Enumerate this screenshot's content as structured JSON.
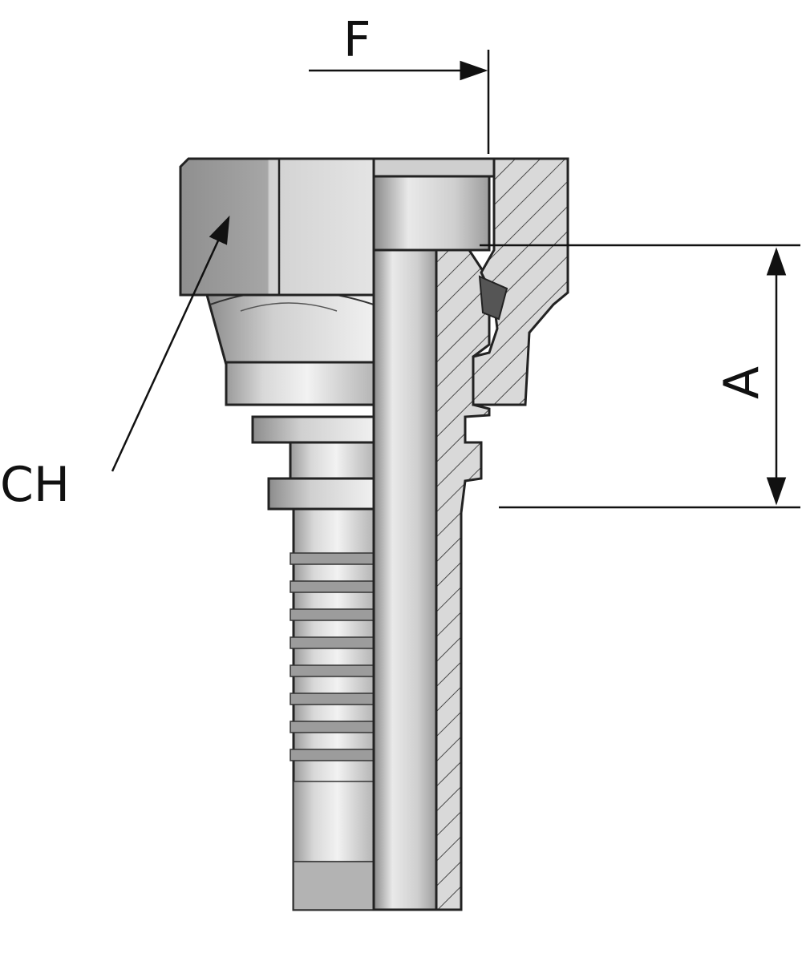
{
  "labels": {
    "F": "F",
    "A": "A",
    "CH": "CH"
  },
  "colors": {
    "steel_light": "#e6e6e6",
    "steel_mid": "#bdbdbd",
    "steel_dark": "#8f8f8f",
    "hex_face": "#a9a9a9",
    "section": "#cfcfcf",
    "hatch": "#555555",
    "line": "#111111"
  }
}
